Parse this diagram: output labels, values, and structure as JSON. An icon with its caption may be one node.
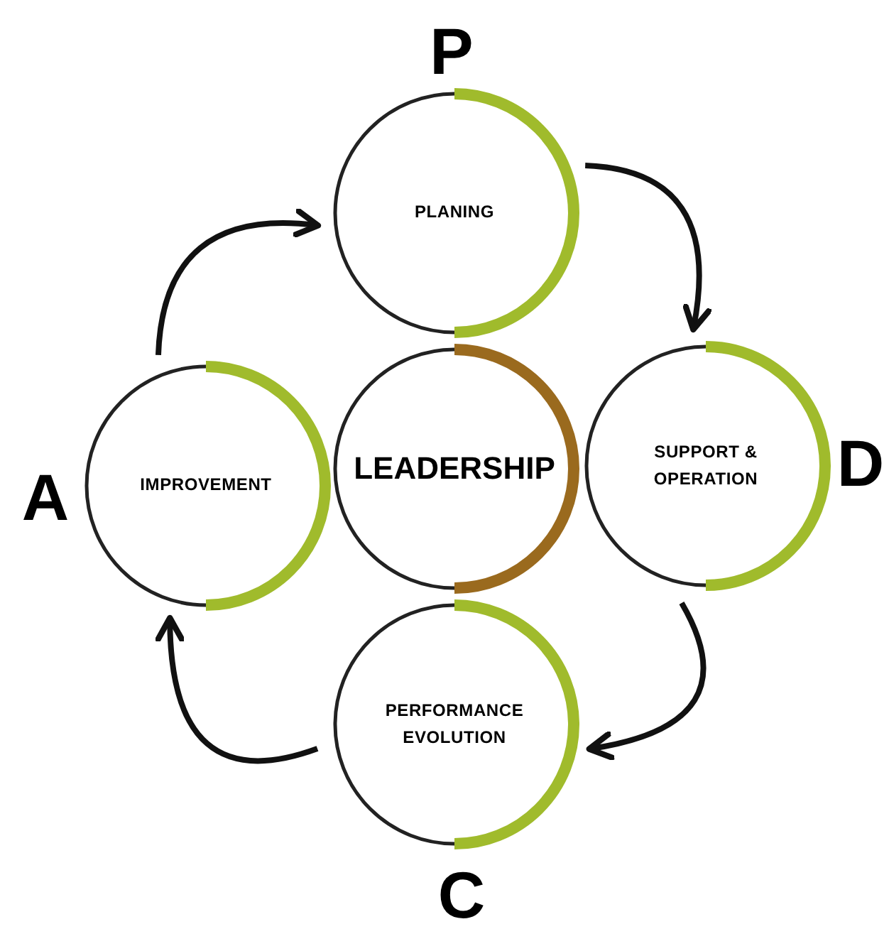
{
  "diagram": {
    "nodes": [
      {
        "text": [
          "PLANING"
        ],
        "beside": [
          "P"
        ]
      },
      {
        "text": [
          "IMPROVEMENT"
        ],
        "beside": [
          "A"
        ]
      },
      {
        "text": [
          "LEADERSHIP"
        ]
      },
      {
        "text": [
          "SUPPORT & OPERATION"
        ],
        "beside": [
          "D"
        ]
      },
      {
        "text": [
          "PERFORMANCE EVOLUTION"
        ],
        "beside": [
          "C"
        ]
      }
    ],
    "edges": [
      {
        "from": 1,
        "to": 0,
        "arrow": "to"
      },
      {
        "from": 0,
        "to": 3,
        "arrow": "to"
      },
      {
        "from": 3,
        "to": 4,
        "arrow": "to"
      },
      {
        "from": 4,
        "to": 1,
        "arrow": "to"
      }
    ]
  }
}
